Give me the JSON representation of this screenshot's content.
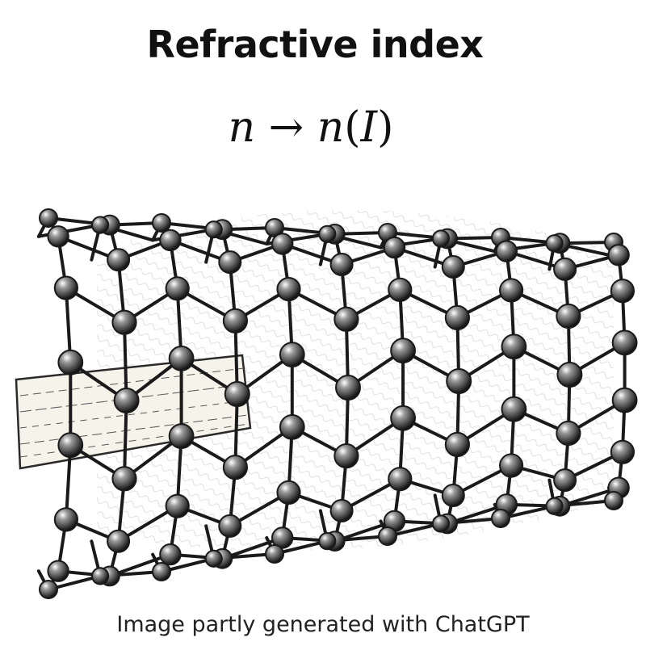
{
  "title": "Refractive index",
  "formula": {
    "lhs": "n",
    "arrow": "→",
    "rhs_func": "n",
    "rhs_open": "(",
    "rhs_arg": "I",
    "rhs_close": ")"
  },
  "illustration": {
    "subject": "carbon-nanotube-with-light-beam",
    "colors": {
      "ink": "#1a1a1a",
      "background": "#ffffff",
      "beam": "#f6f3ea"
    }
  },
  "caption": "Image partly generated with ChatGPT"
}
